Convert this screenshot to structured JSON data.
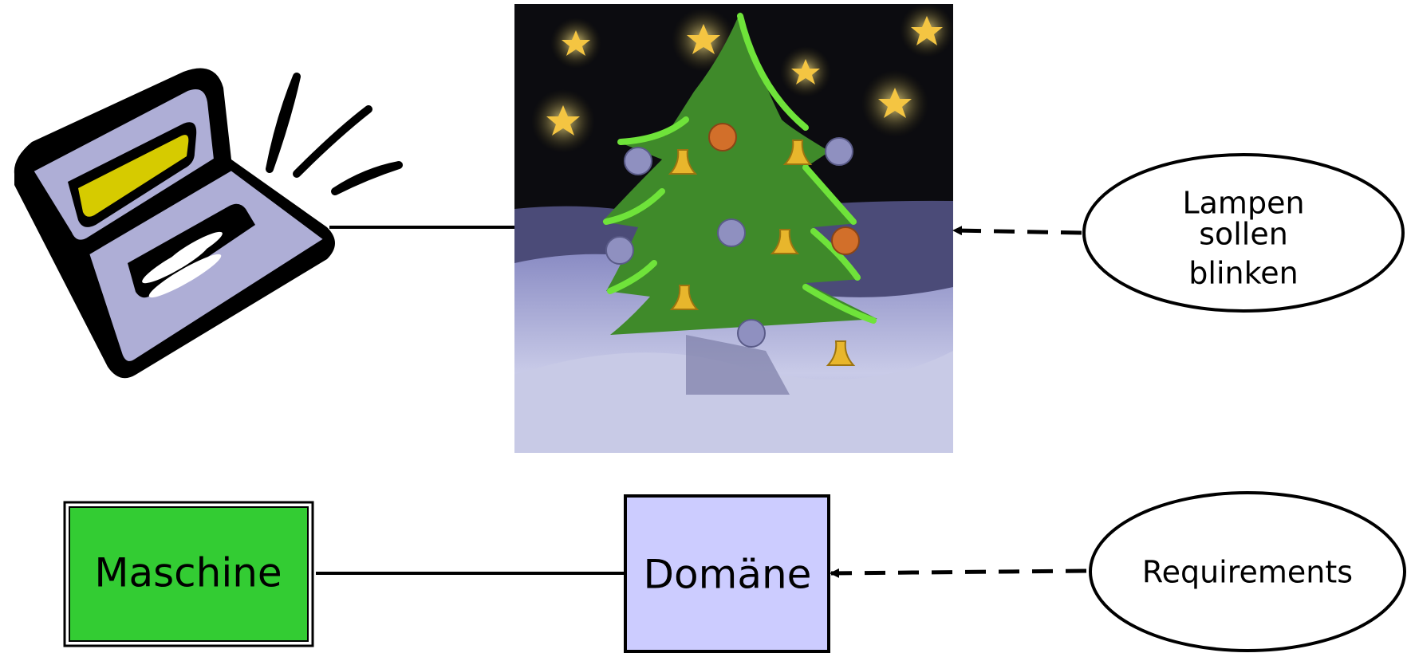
{
  "top_row": {
    "requirement_ellipse": {
      "lines": [
        "Lampen",
        "sollen",
        "blinken"
      ]
    },
    "machine_picture": {
      "icon": "laptop-icon"
    },
    "domain_picture": {
      "icon": "christmas-tree-icon"
    }
  },
  "bottom_row": {
    "machine_box": {
      "label": "Maschine",
      "color": "#33cc33"
    },
    "domain_box": {
      "label": "Domäne",
      "color": "#ccccff"
    },
    "requirement_ellipse": {
      "label": "Requirements"
    }
  }
}
